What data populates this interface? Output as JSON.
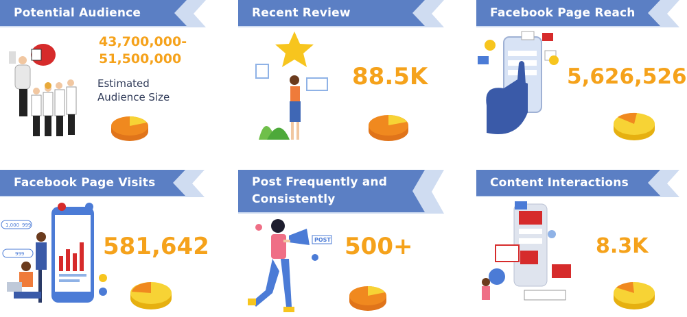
{
  "cards": [
    {
      "title": "Potential Audience",
      "value_line1": "43,700,000-",
      "value_line2": "51,500,000",
      "caption_line1": "Estimated",
      "caption_line2": "Audience Size"
    },
    {
      "title": "Recent Review",
      "value": "88.5K"
    },
    {
      "title": "Facebook Page Reach",
      "value": "5,626,526"
    },
    {
      "title": "Facebook Page Visits",
      "value": "581,642"
    },
    {
      "title_line1": "Post Frequently and",
      "title_line2": "Consistently",
      "value": "500+"
    },
    {
      "title": "Content Interactions",
      "value": "8.3K"
    }
  ],
  "illustration_text": {
    "post_badge": "POST",
    "like_counter_a": "1,000",
    "like_counter_b": "999",
    "like_counter_c": "999"
  },
  "colors": {
    "banner": "#5b7fc4",
    "banner_shadow": "#3e5d9e",
    "value": "#f5a21b",
    "pie_light": "#f7d335",
    "pie_dark": "#f0891f"
  }
}
